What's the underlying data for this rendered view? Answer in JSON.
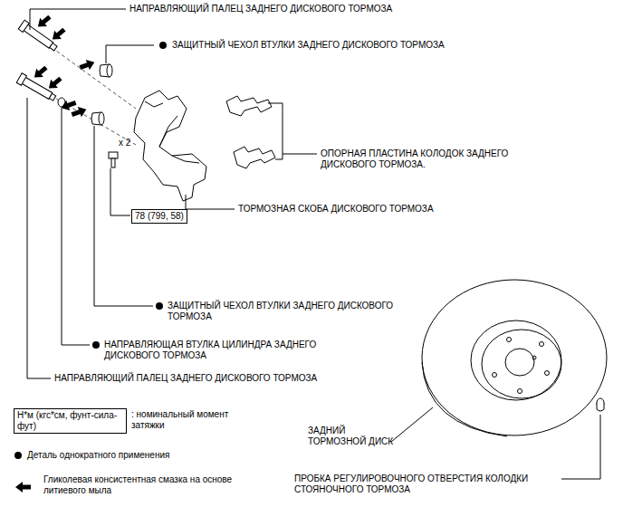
{
  "diagram": {
    "nodes": [
      {
        "text": [
          "78 (799, 58)"
        ]
      },
      {
        "text": [
          "Н*м (кгс*см, фунт-сила-фут)"
        ]
      }
    ],
    "labels": [
      "НАПРАВЛЯЮЩИЙ ПАЛЕЦ ЗАДНЕГО ДИСКОВОГО ТОРМОЗА",
      "ЗАЩИТНЫЙ ЧЕХОЛ ВТУЛКИ ЗАДНЕГО ДИСКОВОГО ТОРМОЗА",
      "x 2",
      "ОПОРНАЯ ПЛАСТИНА КОЛОДОК ЗАДНЕГО ДИСКОВОГО ТОРМОЗА.",
      "ТОРМОЗНАЯ СКОБА ДИСКОВОГО ТОРМОЗА",
      "ЗАЩИТНЫЙ ЧЕХОЛ ВТУЛКИ ЗАДНЕГО ДИСКОВОГО ТОРМОЗА",
      "НАПРАВЛЯЮЩАЯ ВТУЛКА ЦИЛИНДРА ЗАДНЕГО ДИСКОВОГО ТОРМОЗА",
      "НАПРАВЛЯЮЩИЙ ПАЛЕЦ ЗАДНЕГО ДИСКОВОГО ТОРМОЗА",
      ": номинальный момент затяжки",
      "ЗАДНИЙ ТОРМОЗНОЙ ДИСК",
      "ПРОБКА РЕГУЛИРОВОЧНОГО ОТВЕРСТИЯ КОЛОДКИ СТОЯНОЧНОГО ТОРМОЗА"
    ],
    "legend": [
      {
        "text": "Деталь однократного применения"
      },
      {
        "text": "Гликолевая консистентная смазка на основе литиевого мыла"
      }
    ]
  }
}
